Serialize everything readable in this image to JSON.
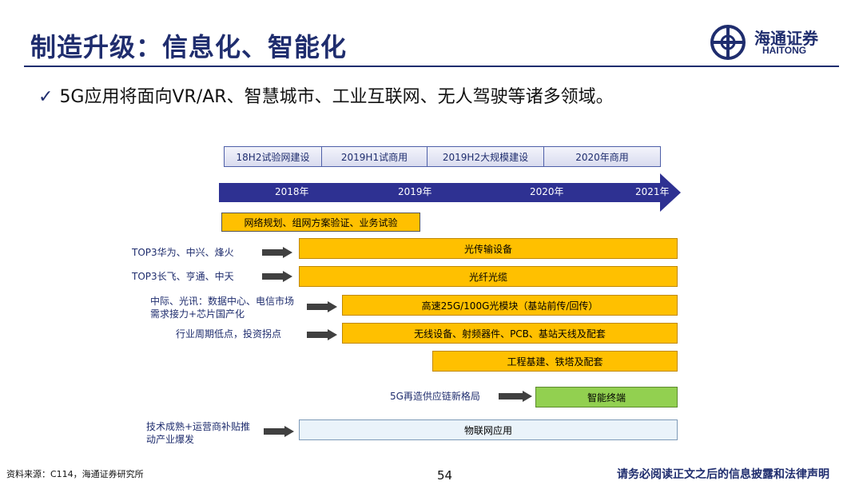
{
  "header": {
    "title": "制造升级：信息化、智能化",
    "logo_cn": "海通证券",
    "logo_en": "HAITONG"
  },
  "bullet": {
    "check": "✓",
    "text": "5G应用将面向VR/AR、智慧城市、工业互联网、无人驾驶等诸多领域。"
  },
  "phases": [
    "18H2试验网建设",
    "2019H1试商用",
    "2019H2大规模建设",
    "2020年商用"
  ],
  "timeline_years": [
    "2018年",
    "2019年",
    "2020年",
    "2021年"
  ],
  "top_box": "网络规划、组网方案验证、业务试验",
  "rows": [
    {
      "label": "TOP3华为、中兴、烽火",
      "box": "光传输设备"
    },
    {
      "label": "TOP3长飞、亨通、中天",
      "box": "光纤光缆"
    },
    {
      "label": "中际、光讯：数据中心、电信市场需求接力+芯片国产化",
      "box": "高速25G/100G光模块（基站前传/回传）"
    },
    {
      "label": "行业周期低点，投资拐点",
      "box": "无线设备、射频器件、PCB、基站天线及配套"
    },
    {
      "label": "",
      "box": "工程基建、铁塔及配套"
    },
    {
      "label": "5G再造供应链新格局",
      "box": "智能终端"
    },
    {
      "label": "技术成熟+运营商补贴推动产业爆发",
      "box": "物联网应用"
    }
  ],
  "footer": {
    "source": "资料来源：C114，海通证券研究所",
    "page": "54",
    "disclaimer": "请务必阅读正文之后的信息披露和法律声明"
  },
  "colors": {
    "brand": "#1f2d6e",
    "timeline": "#2e3192",
    "orange": "#ffc000",
    "green": "#92d050",
    "light_blue": "#eaf3fa"
  }
}
